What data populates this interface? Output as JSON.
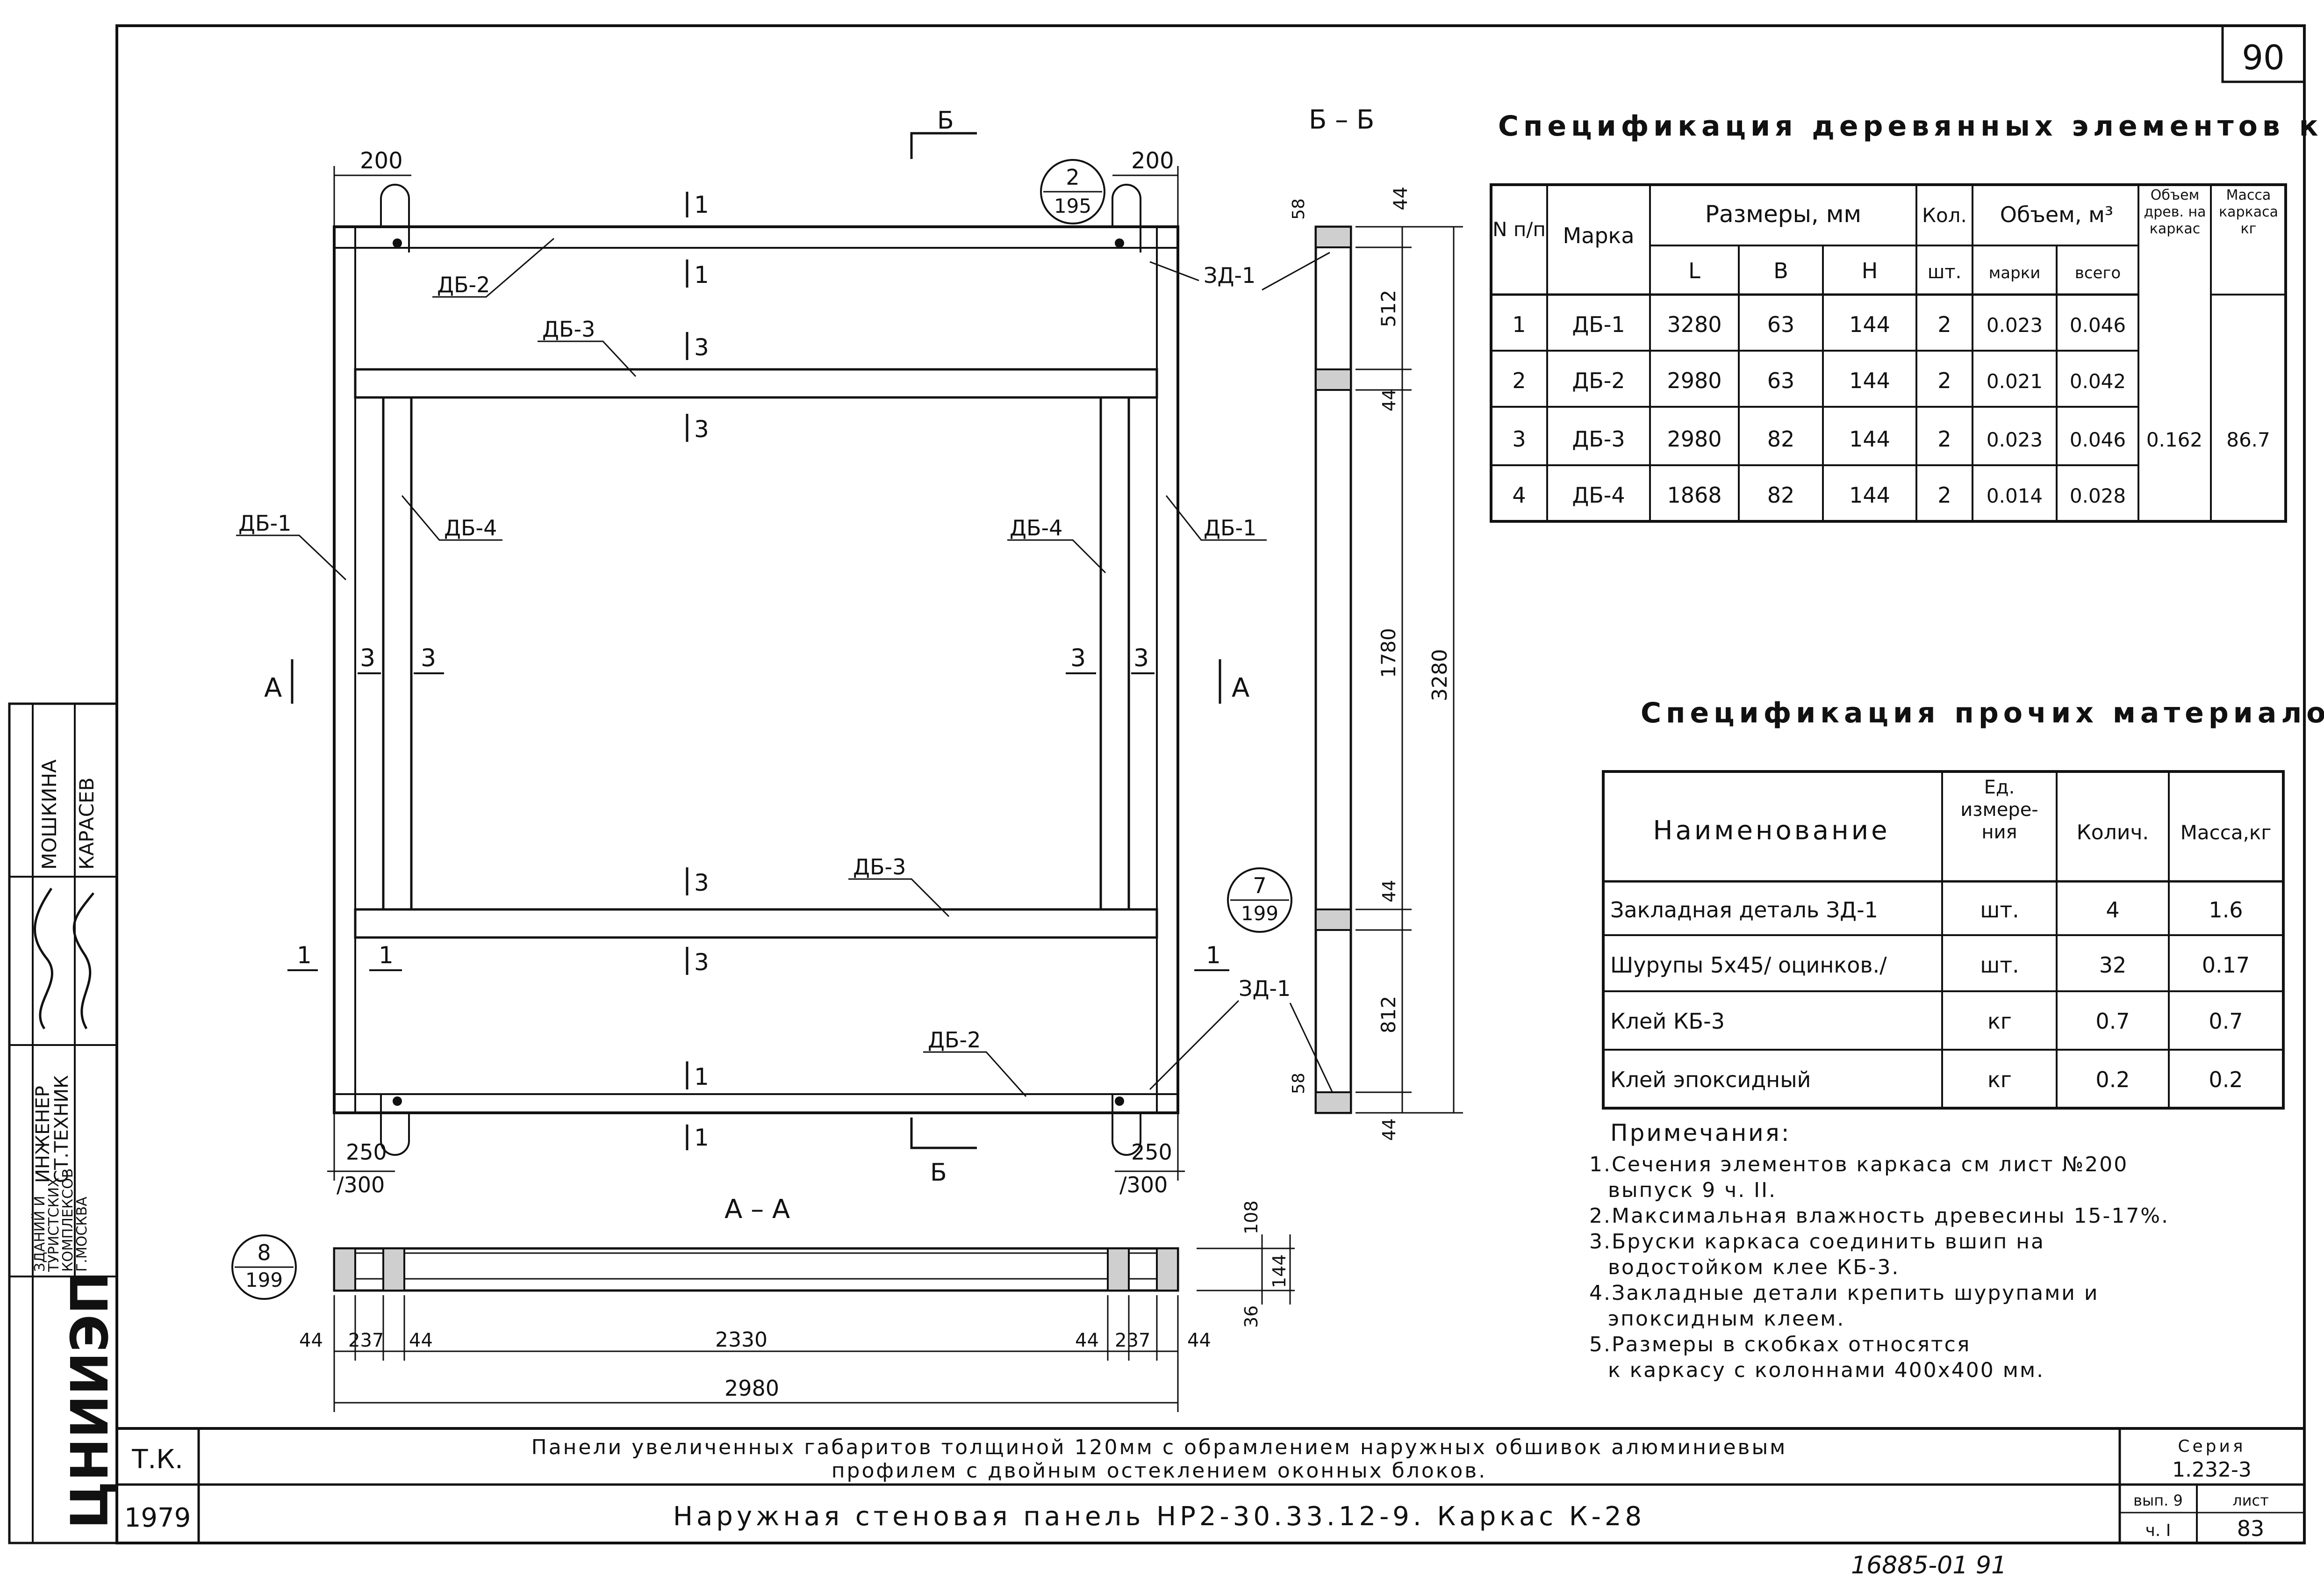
{
  "sheet_number": "90",
  "stamp": {
    "org": "ЦНИИЭП",
    "org_sub_1": "ЗДАНИЙ И",
    "org_sub_2": "ТУРИСТСКИХ",
    "org_sub_3": "КОМПЛЕКСОВ",
    "org_sub_4": "Г.МОСКВА",
    "role_1": "ИНЖЕНЕР",
    "role_2": "СТ.ТЕХНИК",
    "name_1": "МОШКИНА",
    "name_2": "КАРАСЕВ"
  },
  "elevation": {
    "section_b_top": "Б",
    "section_b_bottom": "Б",
    "section_a_left": "А",
    "section_a_right": "А",
    "dim_200_left": "200",
    "dim_200_right": "200",
    "dim_250_left": "250",
    "dim_300_left": "/300",
    "dim_250_right": "250",
    "dim_300_right": "/300",
    "callout_top": {
      "num": "2",
      "sheet": "195"
    },
    "callout_mid": {
      "num": "7",
      "sheet": "199"
    },
    "labels": {
      "db1_left": "ДБ-1",
      "db1_right": "ДБ-1",
      "db2_top": "ДБ-2",
      "db2_bottom": "ДБ-2",
      "db3_top": "ДБ-3",
      "db3_bottom": "ДБ-3",
      "db4_left": "ДБ-4",
      "db4_right": "ДБ-4",
      "zd1_top": "ЗД-1",
      "zd1_bottom": "ЗД-1"
    },
    "cut_1": "1",
    "cut_3": "3"
  },
  "section_bb": {
    "title": "Б – Б",
    "dim_58_top": "58",
    "dim_58_bottom": "58",
    "dims": [
      "44",
      "512",
      "44",
      "1780",
      "44",
      "812",
      "44"
    ],
    "total": "3280"
  },
  "section_aa": {
    "title": "А – А",
    "callout": {
      "num": "8",
      "sheet": "199"
    },
    "dims": [
      "44",
      "237",
      "44",
      "2330",
      "44",
      "237",
      "44"
    ],
    "total": "2980",
    "right_dims": [
      "108",
      "144",
      "36"
    ]
  },
  "wood_spec": {
    "title": "Спецификация деревянных элементов каркаса",
    "headers": {
      "n": "N п/п",
      "mark": "Марка",
      "sizes": "Размеры, мм",
      "l": "L",
      "b": "В",
      "h": "Н",
      "qty": "Кол.",
      "qty_unit": "шт.",
      "vol": "Объем, м³",
      "vol_mark": "марки",
      "vol_total": "всего",
      "vol_frame": "Объем древ. на каркас",
      "mass": "Масса каркаса кг"
    },
    "rows": [
      {
        "n": "1",
        "mark": "ДБ-1",
        "l": "3280",
        "b": "63",
        "h": "144",
        "qty": "2",
        "vm": "0.023",
        "vt": "0.046"
      },
      {
        "n": "2",
        "mark": "ДБ-2",
        "l": "2980",
        "b": "63",
        "h": "144",
        "qty": "2",
        "vm": "0.021",
        "vt": "0.042"
      },
      {
        "n": "3",
        "mark": "ДБ-3",
        "l": "2980",
        "b": "82",
        "h": "144",
        "qty": "2",
        "vm": "0.023",
        "vt": "0.046"
      },
      {
        "n": "4",
        "mark": "ДБ-4",
        "l": "1868",
        "b": "82",
        "h": "144",
        "qty": "2",
        "vm": "0.014",
        "vt": "0.028"
      }
    ],
    "vol_frame": "0.162",
    "mass": "86.7"
  },
  "other_spec": {
    "title": "Спецификация прочих материалов",
    "headers": {
      "name": "Наименование",
      "unit": "Ед. измере- ния",
      "qty": "Колич.",
      "mass": "Масса,кг"
    },
    "rows": [
      {
        "name": "Закладная деталь ЗД-1",
        "unit": "шт.",
        "qty": "4",
        "mass": "1.6"
      },
      {
        "name": "Шурупы 5x45/ оцинков./",
        "unit": "шт.",
        "qty": "32",
        "mass": "0.17"
      },
      {
        "name": "Клей КБ-3",
        "unit": "кг",
        "qty": "0.7",
        "mass": "0.7"
      },
      {
        "name": "Клей эпоксидный",
        "unit": "кг",
        "qty": "0.2",
        "mass": "0.2"
      }
    ]
  },
  "notes": {
    "title": "Примечания:",
    "lines": [
      "1.Сечения элементов каркаса см лист №200",
      "выпуск 9 ч. II.",
      "2.Максимальная влажность древесины 15-17%.",
      "3.Бруски каркаса соединить вшип на",
      "водостойком клее КБ-3.",
      "4.Закладные детали крепить шурупами и",
      "эпоксидным клеем.",
      "5.Размеры в скобках относятся",
      "к каркасу с колоннами 400х400 мм."
    ]
  },
  "title_block": {
    "tk": "Т.К.",
    "year": "1979",
    "line_1": "Панели увеличенных габаритов толщиной 120мм с обрамлением наружных обшивок алюминиевым",
    "line_2": "профилем с двойным остеклением оконных блоков.",
    "line_3": "Наружная стеновая панель НР2-30.33.12-9. Каркас К-28",
    "series_label": "Серия",
    "series": "1.232-3",
    "issue_label": "вып. 9",
    "issue_part": "ч. I",
    "sheet_label": "лист",
    "sheet": "83"
  },
  "archive_number": "16885-01   91"
}
